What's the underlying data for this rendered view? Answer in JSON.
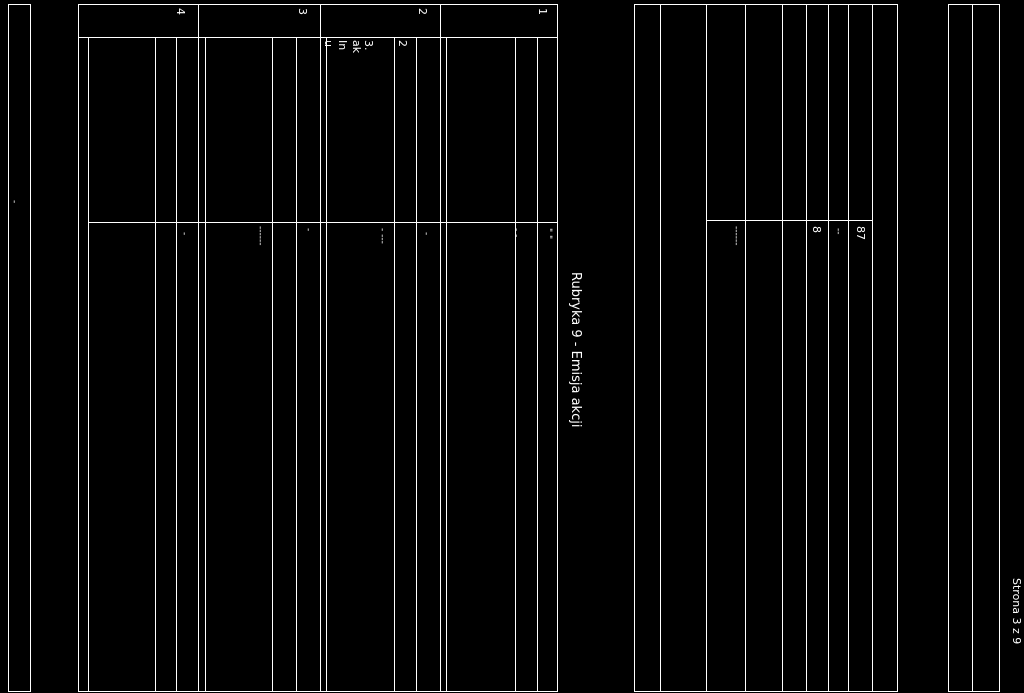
{
  "page": {
    "section_title": "Rubryka 9 - Emisja akcji",
    "page_number": "Strona 3 z 9"
  },
  "left_table": {
    "row_numbers": [
      "1",
      "2",
      "3",
      "4"
    ],
    "fragments": [
      "2",
      "3.",
      "ak",
      "In",
      "u"
    ]
  },
  "right_table": {
    "numbers": [
      "87",
      "8"
    ]
  }
}
